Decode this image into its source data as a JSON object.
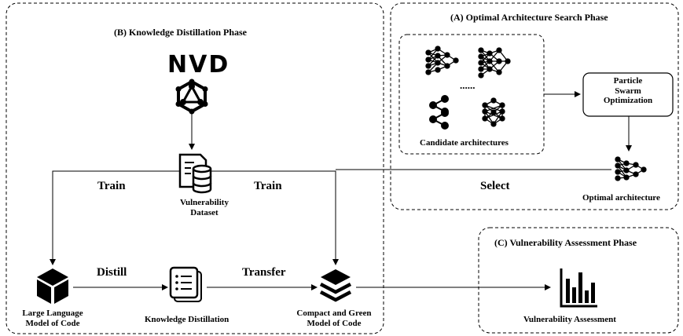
{
  "phases": {
    "knowledge_distillation": "(B) Knowledge Distillation Phase",
    "architecture_search": "(A) Optimal Architecture Search Phase",
    "vulnerability_assessment": "(C) Vulnerability Assessment Phase"
  },
  "nvd_logo_text": "NVD",
  "nodes": {
    "dataset": [
      "Vulnerability",
      "Dataset"
    ],
    "llm": [
      "Large Language",
      "Model of Code"
    ],
    "knowledge_distillation": "Knowledge Distillation",
    "compact_model": [
      "Compact and Green",
      "Model of Code"
    ],
    "candidate_architectures": "Candidate architectures",
    "candidate_ellipsis": "......",
    "pso": [
      "Particle",
      "Swarm",
      "Optimization"
    ],
    "optimal_architecture": "Optimal architecture",
    "vulnerability_assessment": "Vulnerability Assessment"
  },
  "edges": {
    "train_left": "Train",
    "train_right": "Train",
    "select": "Select",
    "distill": "Distill",
    "transfer": "Transfer"
  }
}
